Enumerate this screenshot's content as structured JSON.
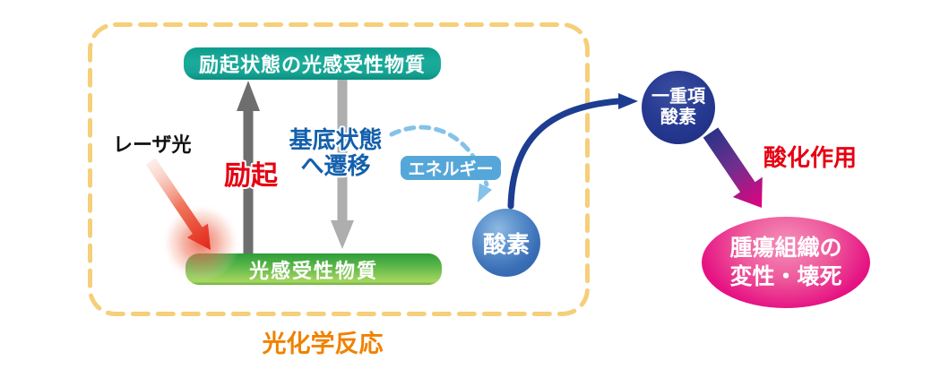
{
  "diagram": {
    "boundary_caption": "光化学反応",
    "labels": {
      "laser_light": "レーザ光",
      "excitation": "励起",
      "ground_transition": {
        "line1": "基底状態",
        "line2": "へ遷移"
      },
      "energy": "エネルギー",
      "oxidation": "酸化作用"
    },
    "nodes": {
      "excited_state": "励起状態の光感受性物質",
      "photosensitizer": "光感受性物質",
      "oxygen": "酸素",
      "singlet_oxygen": {
        "line1": "一重項",
        "line2": "酸素"
      },
      "tumor": {
        "line1": "腫瘍組織の",
        "line2": "変性・壊死"
      }
    },
    "colors": {
      "boundary_dash": "#F5CF79",
      "excited_box_teal": "#12A292",
      "photosensitizer_green_top": "#2F9E3C",
      "photosensitizer_green_bottom": "#A8D65E",
      "oxygen_blue": "#3A6FB7",
      "singlet_navy": "#1C2C80",
      "energy_badge_blue": "#56A7D9",
      "energy_dash_blue": "#84C2E9",
      "transition_text_blue": "#1460AC",
      "excitation_red": "#E60012",
      "oxidation_red": "#E60012",
      "laser_arrow_red": "#E3251A",
      "caption_orange": "#EF8200",
      "tumor_pink": "#E50080",
      "up_arrow_gray": "#6E6E6E",
      "down_arrow_gray": "#AEAEAE",
      "curve_navy": "#1D3D91",
      "gradient_arrow_start": "#2B3386",
      "gradient_arrow_end": "#E5007E"
    }
  }
}
